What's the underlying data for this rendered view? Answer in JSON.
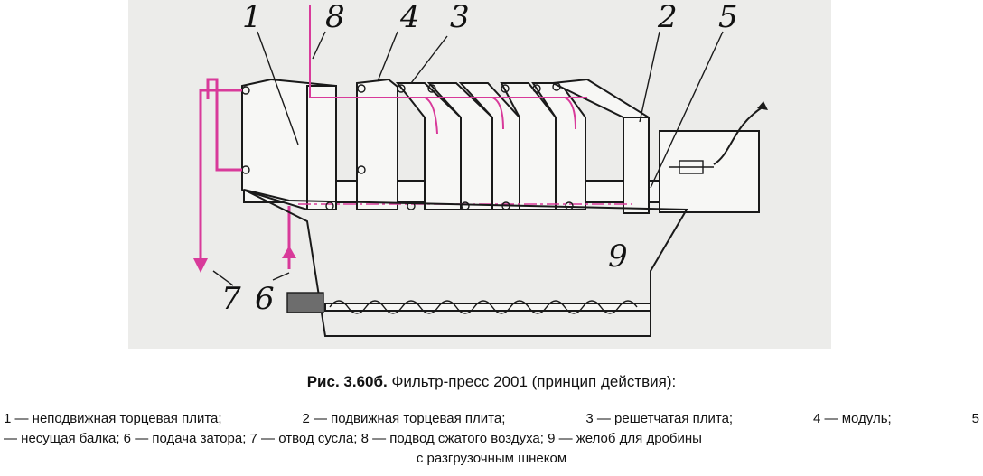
{
  "figure": {
    "callouts": [
      "1",
      "8",
      "4",
      "3",
      "2",
      "5",
      "9",
      "7",
      "6"
    ]
  },
  "caption": {
    "label": "Рис. 3.60б.",
    "text": "Фильтр-пресс 2001 (принцип действия):"
  },
  "legend": {
    "line1": [
      "1 — неподвижная торцевая плита;",
      "2 — подвижная торцевая плита;",
      "3 — решетчатая плита;",
      "4 — модуль;",
      "5"
    ],
    "line2": "— несущая балка; 6 — подача затора; 7 — отвод сусла; 8 — подвод сжатого воздуха; 9 — желоб для дробины",
    "line3": "с разгрузочным шнеком"
  },
  "colors": {
    "line_accent": "#d83a9a",
    "panel_bg": "#ececea"
  }
}
